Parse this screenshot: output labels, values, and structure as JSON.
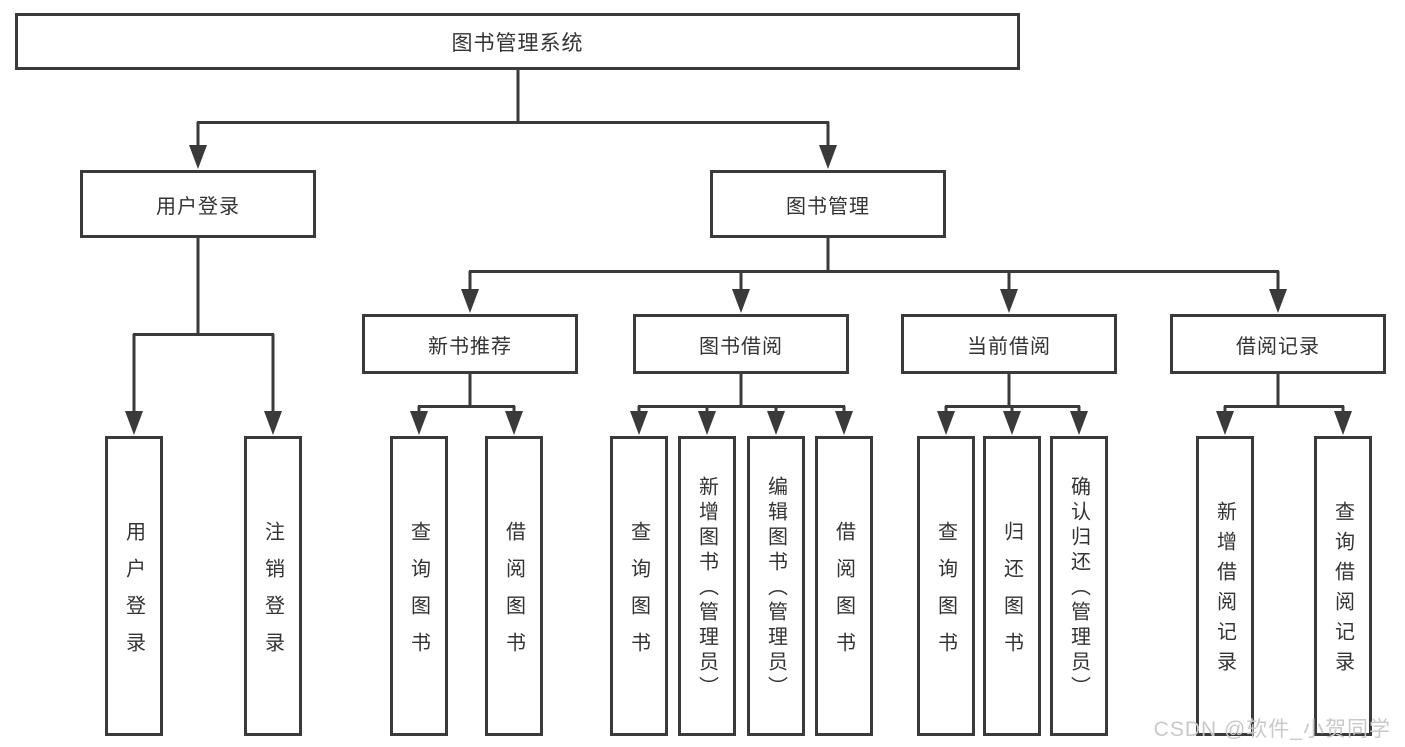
{
  "diagram": {
    "tree": {
      "label": "图书管理系统",
      "children": [
        {
          "label": "用户登录",
          "leaves": [
            "用户登录",
            "注销登录"
          ]
        },
        {
          "label": "图书管理",
          "children": [
            {
              "label": "新书推荐",
              "leaves": [
                "查询图书",
                "借阅图书"
              ]
            },
            {
              "label": "图书借阅",
              "leaves": [
                "查询图书",
                "新增图书（管理员）",
                "编辑图书（管理员）",
                "借阅图书"
              ]
            },
            {
              "label": "当前借阅",
              "leaves": [
                "查询图书",
                "归还图书",
                "确认归还（管理员）"
              ]
            },
            {
              "label": "借阅记录",
              "leaves": [
                "新增借阅记录",
                "查询借阅记录"
              ]
            }
          ]
        }
      ]
    }
  },
  "watermark": {
    "text": "CSDN @软件_小贺同学"
  },
  "colors": {
    "line": "#3a3a3a",
    "text": "#333333",
    "watermark": "#c9c9c9",
    "background": "#ffffff"
  }
}
